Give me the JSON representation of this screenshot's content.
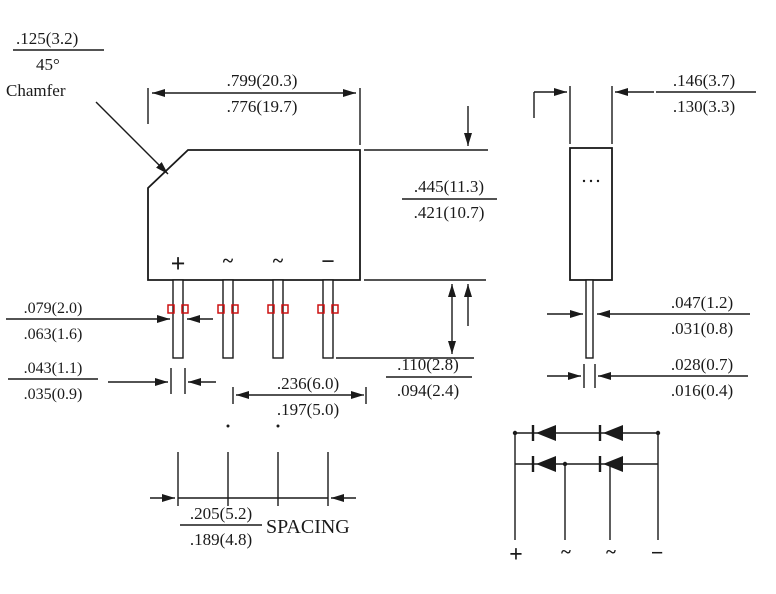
{
  "drawing": {
    "front_view": {
      "chamfer_dim": ".125(3.2)",
      "chamfer_angle": "45°",
      "chamfer_label": "Chamfer",
      "body_width": {
        "max": ".799(20.3)",
        "min": ".776(19.7)"
      },
      "body_height": {
        "max": ".445(11.3)",
        "min": ".421(10.7)"
      },
      "lead_standoff": {
        "max": ".110(2.8)",
        "min": ".094(2.4)"
      },
      "lead_width_upper": {
        "max": ".079(2.0)",
        "min": ".063(1.6)"
      },
      "lead_width_lower": {
        "max": ".043(1.1)",
        "min": ".035(0.9)"
      },
      "lead_length": {
        "max": ".236(6.0)",
        "min": ".197(5.0)"
      },
      "lead_spacing": {
        "max": ".205(5.2)",
        "min": ".189(4.8)"
      },
      "spacing_label": "SPACING"
    },
    "side_view": {
      "body_width": {
        "max": ".146(3.7)",
        "min": ".130(3.3)"
      },
      "lead_width": {
        "max": ".047(1.2)",
        "min": ".031(0.8)"
      },
      "lead_thickness": {
        "max": ".028(0.7)",
        "min": ".016(0.4)"
      }
    },
    "polarity": {
      "plus": "+",
      "ac1": "~",
      "ac2": "~",
      "minus": "−"
    },
    "colors": {
      "line": "#1a1a1a",
      "highlight": "#cc1111",
      "background": "#ffffff"
    }
  }
}
